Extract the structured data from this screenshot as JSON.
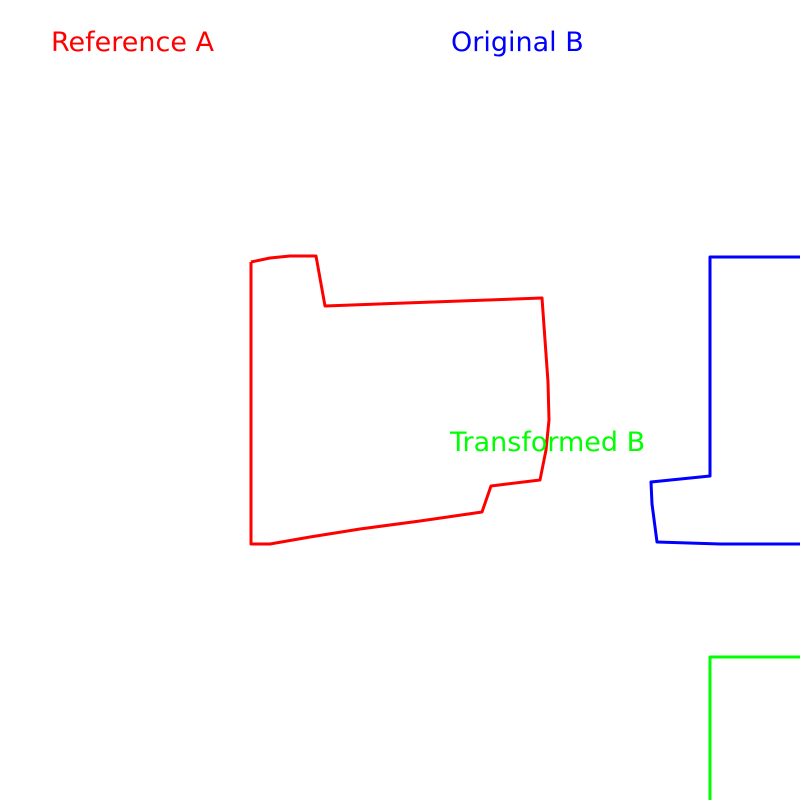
{
  "labels": {
    "reference": "Reference A",
    "original": "Original B",
    "transformed": "Transformed B"
  },
  "colors": {
    "reference": "#ff0000",
    "original": "#0000ff",
    "transformed": "#00ff00",
    "background": "#ffffff"
  }
}
